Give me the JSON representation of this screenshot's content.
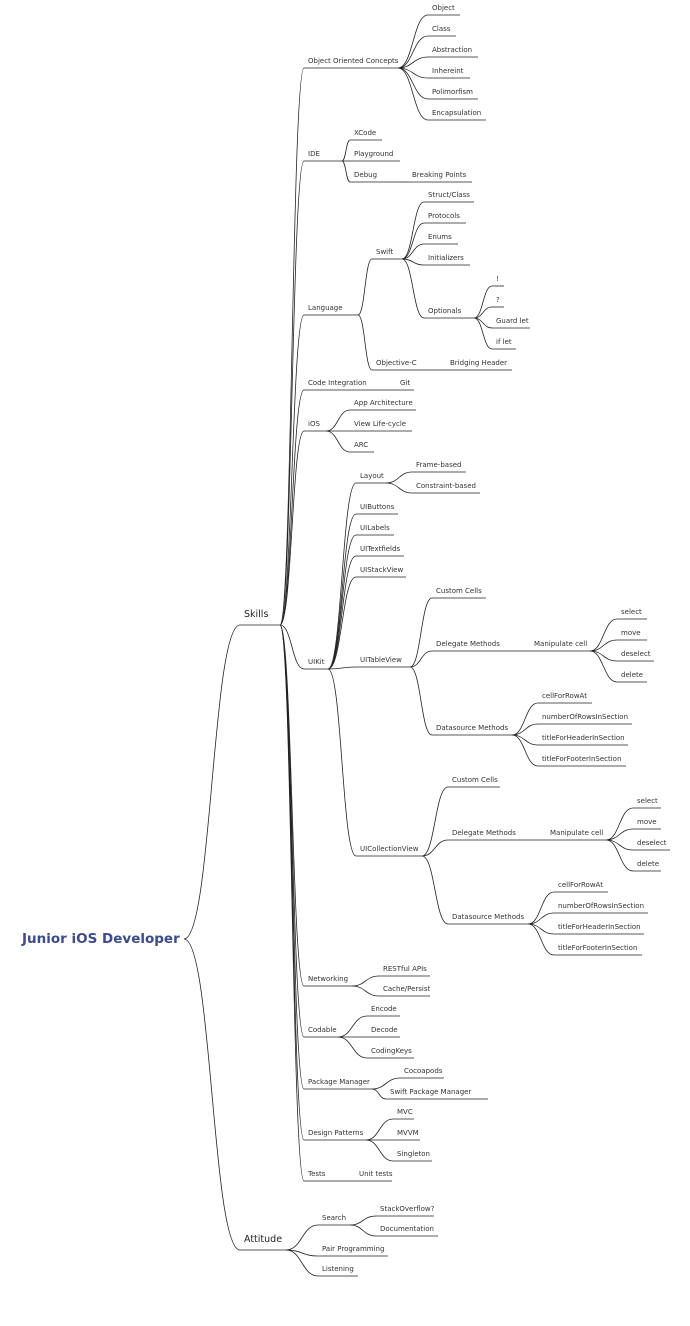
{
  "mindmap": {
    "title": "Junior iOS Developer",
    "branches": [
      {
        "label": "Skills",
        "children": [
          {
            "label": "Object Oriented Concepts",
            "children": [
              {
                "label": "Object"
              },
              {
                "label": "Class"
              },
              {
                "label": "Abstraction"
              },
              {
                "label": "Inhereint"
              },
              {
                "label": "Polimorfism"
              },
              {
                "label": "Encapsulation"
              }
            ]
          },
          {
            "label": "IDE",
            "children": [
              {
                "label": "XCode"
              },
              {
                "label": "Playground"
              },
              {
                "label": "Debug",
                "children": [
                  {
                    "label": "Breaking Points"
                  }
                ]
              }
            ]
          },
          {
            "label": "Language",
            "children": [
              {
                "label": "Swift",
                "children": [
                  {
                    "label": "Struct/Class"
                  },
                  {
                    "label": "Protocols"
                  },
                  {
                    "label": "Enums"
                  },
                  {
                    "label": "Initializers"
                  },
                  {
                    "label": "Optionals",
                    "children": [
                      {
                        "label": "!"
                      },
                      {
                        "label": "?"
                      },
                      {
                        "label": "Guard let"
                      },
                      {
                        "label": "if let"
                      }
                    ]
                  }
                ]
              },
              {
                "label": "Objective-C",
                "children": [
                  {
                    "label": "Bridging Header"
                  }
                ]
              }
            ]
          },
          {
            "label": "Code Integration",
            "children": [
              {
                "label": "Git"
              }
            ]
          },
          {
            "label": "iOS",
            "children": [
              {
                "label": "App Architecture"
              },
              {
                "label": "View Life-cycle"
              },
              {
                "label": "ARC"
              }
            ]
          },
          {
            "label": "UIKit",
            "children": [
              {
                "label": "Layout",
                "children": [
                  {
                    "label": "Frame-based"
                  },
                  {
                    "label": "Constraint-based"
                  }
                ]
              },
              {
                "label": "UIButtons"
              },
              {
                "label": "UILabels"
              },
              {
                "label": "UITextfields"
              },
              {
                "label": "UIStackView"
              },
              {
                "label": "UITableView",
                "children": [
                  {
                    "label": "Custom Cells"
                  },
                  {
                    "label": "Delegate Methods",
                    "children": [
                      {
                        "label": "Manipulate cell",
                        "children": [
                          {
                            "label": "select"
                          },
                          {
                            "label": "move"
                          },
                          {
                            "label": "deselect"
                          },
                          {
                            "label": "delete"
                          }
                        ]
                      }
                    ]
                  },
                  {
                    "label": "Datasource Methods",
                    "children": [
                      {
                        "label": "cellForRowAt"
                      },
                      {
                        "label": "numberOfRowsInSection"
                      },
                      {
                        "label": "titleForHeaderInSection"
                      },
                      {
                        "label": "titleForFooterInSection"
                      }
                    ]
                  }
                ]
              },
              {
                "label": "UICollectionView",
                "children": [
                  {
                    "label": "Custom Cells"
                  },
                  {
                    "label": "Delegate Methods",
                    "children": [
                      {
                        "label": "Manipulate cell",
                        "children": [
                          {
                            "label": "select"
                          },
                          {
                            "label": "move"
                          },
                          {
                            "label": "deselect"
                          },
                          {
                            "label": "delete"
                          }
                        ]
                      }
                    ]
                  },
                  {
                    "label": "Datasource Methods",
                    "children": [
                      {
                        "label": "cellForRowAt"
                      },
                      {
                        "label": "numberOfRowsInSection"
                      },
                      {
                        "label": "titleForHeaderInSection"
                      },
                      {
                        "label": "titleForFooterInSection"
                      }
                    ]
                  }
                ]
              }
            ]
          },
          {
            "label": "Networking",
            "children": [
              {
                "label": "RESTful APIs"
              },
              {
                "label": "Cache/Persist"
              }
            ]
          },
          {
            "label": "Codable",
            "children": [
              {
                "label": "Encode"
              },
              {
                "label": "Decode"
              },
              {
                "label": "CodingKeys"
              }
            ]
          },
          {
            "label": "Package Manager",
            "children": [
              {
                "label": "Cocoapods"
              },
              {
                "label": "Swift Package Manager"
              }
            ]
          },
          {
            "label": "Design Patterns",
            "children": [
              {
                "label": "MVC"
              },
              {
                "label": "MVVM"
              },
              {
                "label": "Singleton"
              }
            ]
          },
          {
            "label": "Tests",
            "children": [
              {
                "label": "Unit tests"
              }
            ]
          }
        ]
      },
      {
        "label": "Attitude",
        "children": [
          {
            "label": "Search",
            "children": [
              {
                "label": "StackOverflow?"
              },
              {
                "label": "Documentation"
              }
            ]
          },
          {
            "label": "Pair Programming"
          },
          {
            "label": "Listening"
          }
        ]
      }
    ]
  }
}
